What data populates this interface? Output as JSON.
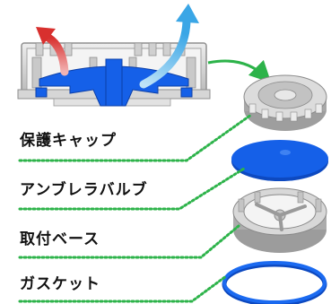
{
  "diagram": {
    "accent_green": "#2db34a",
    "valve_blue": "#1560e8",
    "parts": [
      {
        "id": "cap",
        "label": "保護キャップ",
        "icon": "protective-cap"
      },
      {
        "id": "valve",
        "label": "アンブレラバルブ",
        "icon": "umbrella-valve"
      },
      {
        "id": "base",
        "label": "取付ベース",
        "icon": "mounting-base"
      },
      {
        "id": "gasket",
        "label": "ガスケット",
        "icon": "gasket-ring"
      }
    ],
    "flow_arrows": [
      {
        "icon": "outflow-arrow",
        "color": "#d63a3a"
      },
      {
        "icon": "inflow-arrow",
        "color": "#3aa6e6"
      }
    ]
  }
}
